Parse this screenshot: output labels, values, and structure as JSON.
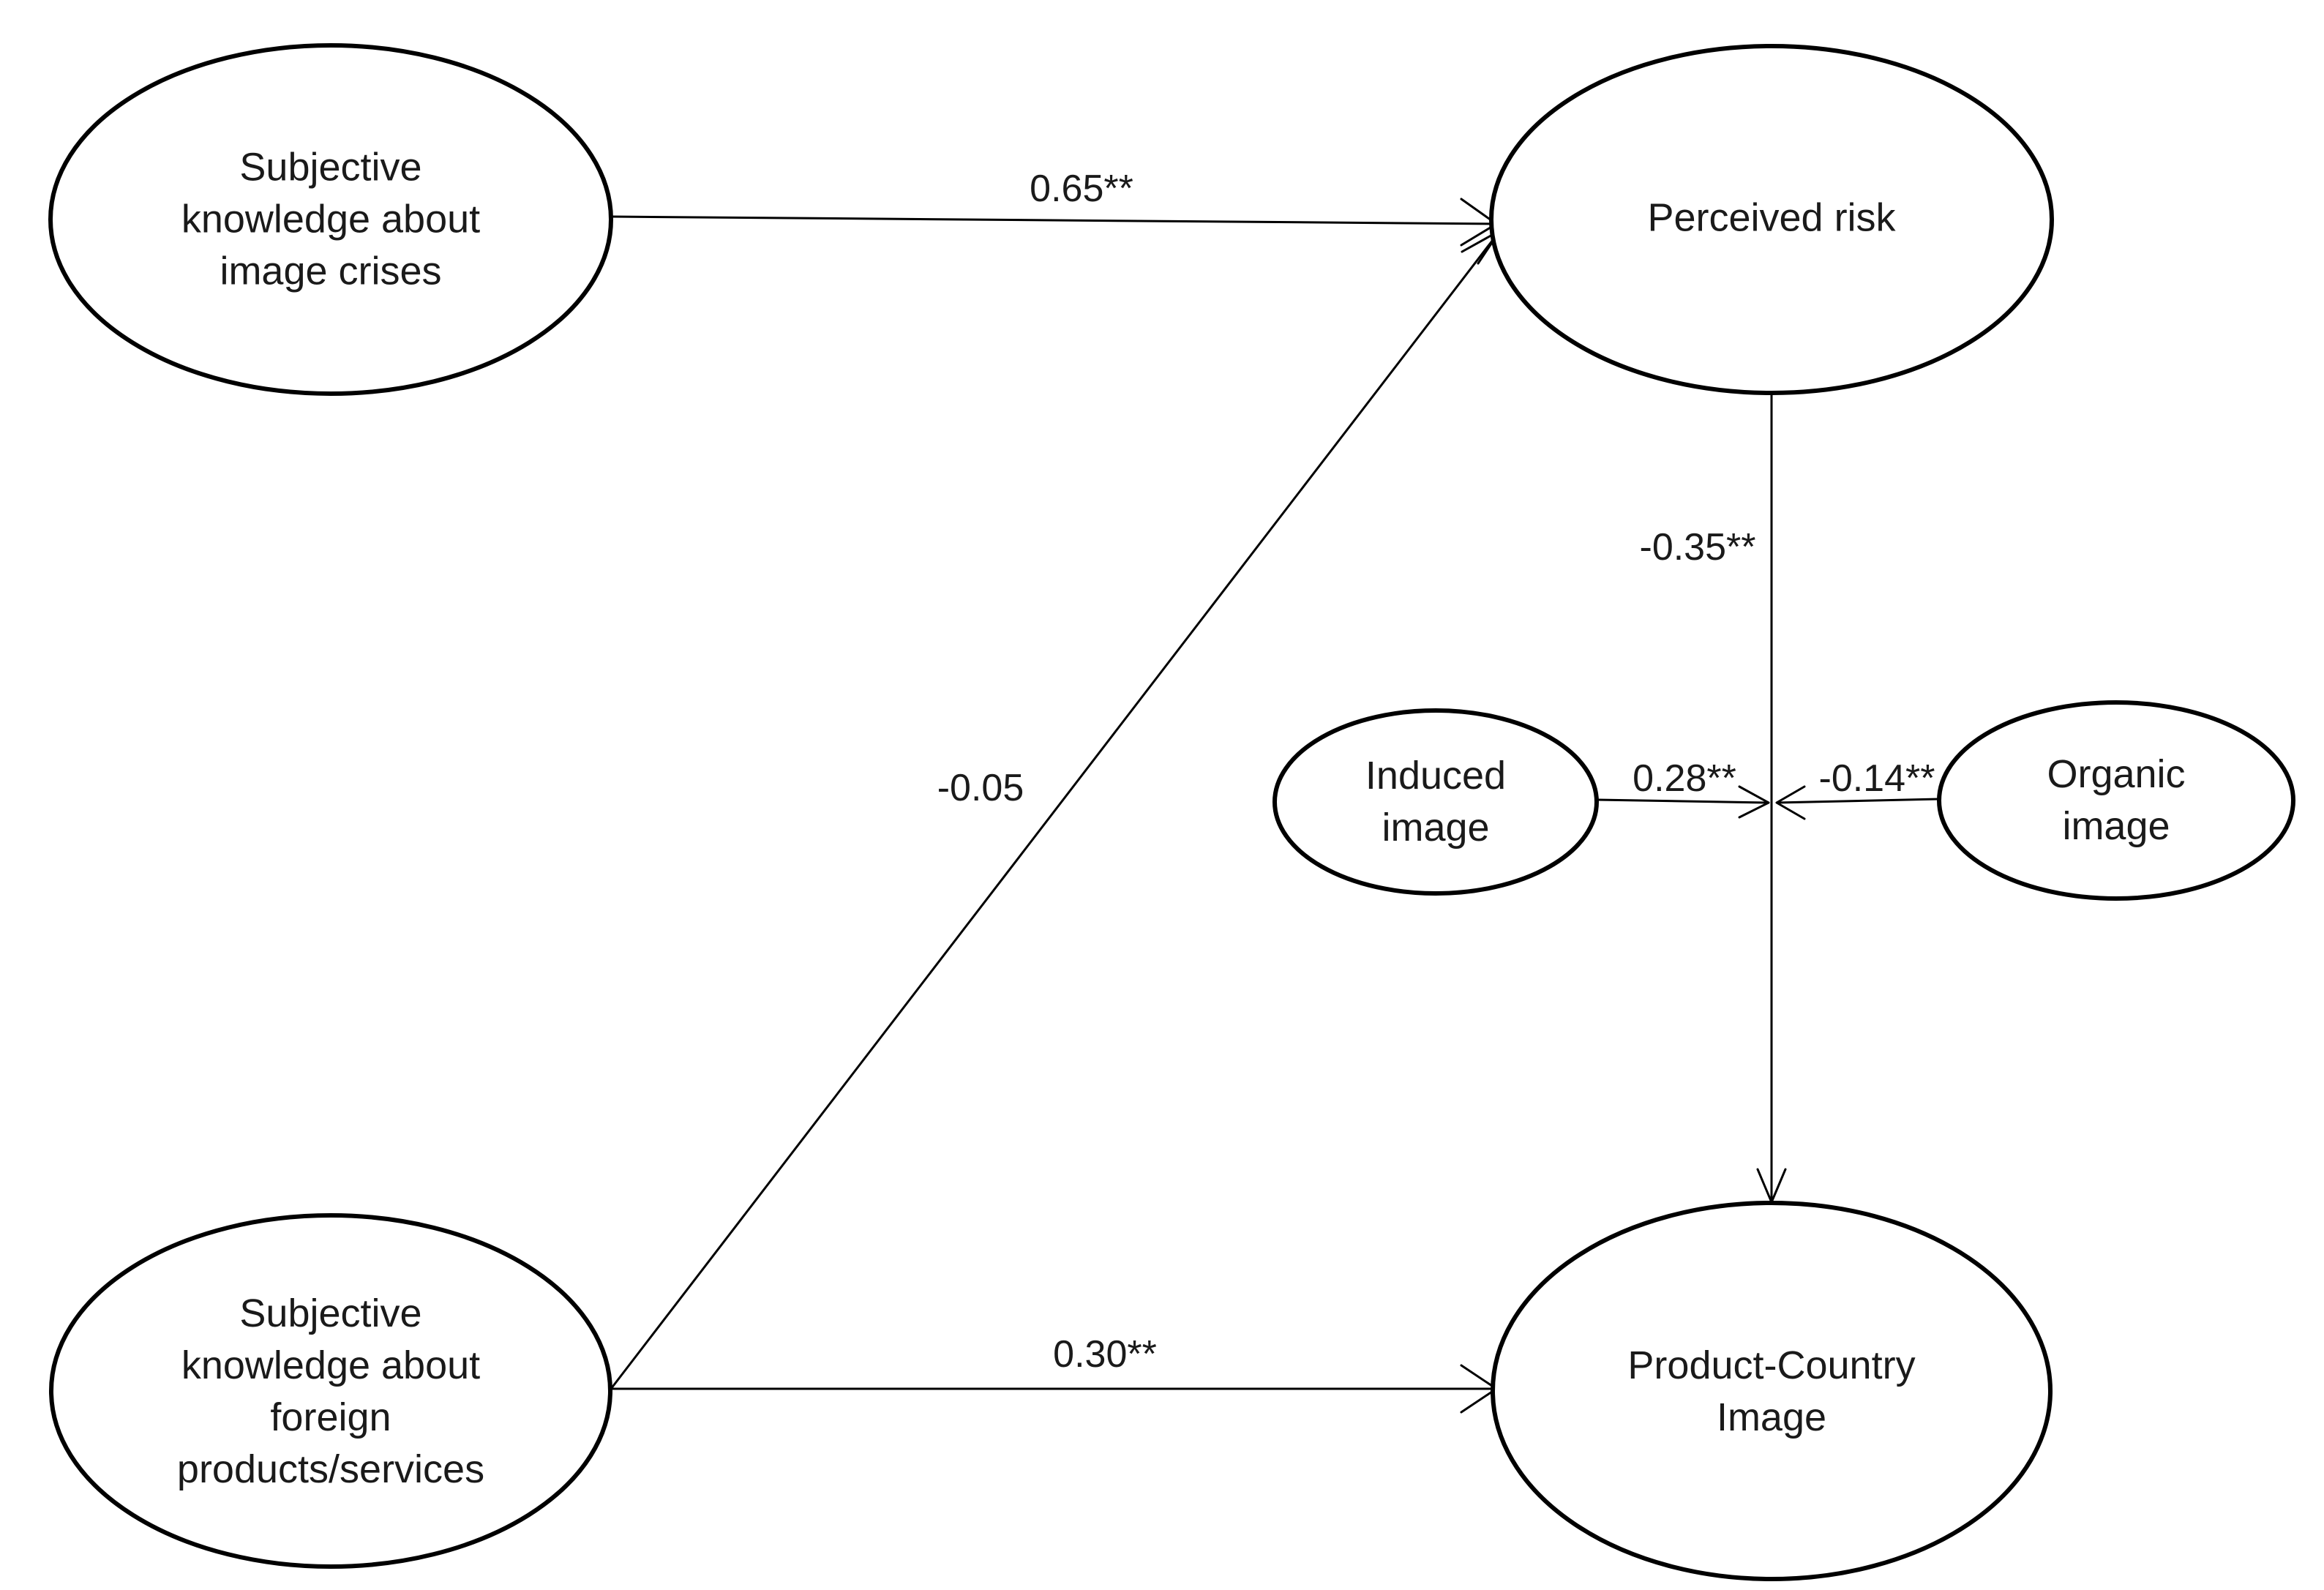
{
  "nodes": {
    "knowledge_crises": {
      "lines": [
        "Subjective",
        "knowledge about",
        "image crises"
      ]
    },
    "perceived_risk": {
      "lines": [
        "Perceived risk"
      ]
    },
    "knowledge_foreign": {
      "lines": [
        "Subjective",
        "knowledge about",
        "foreign",
        "products/services"
      ]
    },
    "product_country": {
      "lines": [
        "Product-Country",
        "Image"
      ]
    },
    "induced_image": {
      "lines": [
        "Induced",
        "image"
      ]
    },
    "organic_image": {
      "lines": [
        "Organic",
        "image"
      ]
    }
  },
  "edges": {
    "crises_to_risk": "0.65**",
    "foreign_to_risk": "-0.05",
    "foreign_to_pci": "0.30**",
    "risk_to_pci": "-0.35**",
    "induced_moderation": "0.28**",
    "organic_moderation": "-0.14**"
  }
}
